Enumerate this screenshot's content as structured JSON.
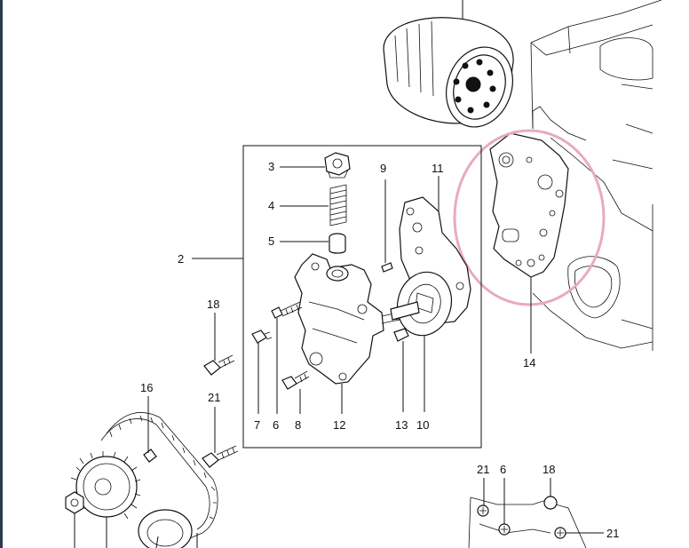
{
  "diagram": {
    "highlight_color": "#e9a9c3",
    "labels": {
      "p2": "2",
      "p3": "3",
      "p4": "4",
      "p5": "5",
      "p6": "6",
      "p7": "7",
      "p8": "8",
      "p9": "9",
      "p10": "10",
      "p11": "11",
      "p12": "12",
      "p13": "13",
      "p14": "14",
      "p16": "16",
      "p18": "18",
      "p21": "21"
    },
    "inset_labels": {
      "p21": "21",
      "p6": "6",
      "p18": "18",
      "p21b": "21"
    }
  }
}
